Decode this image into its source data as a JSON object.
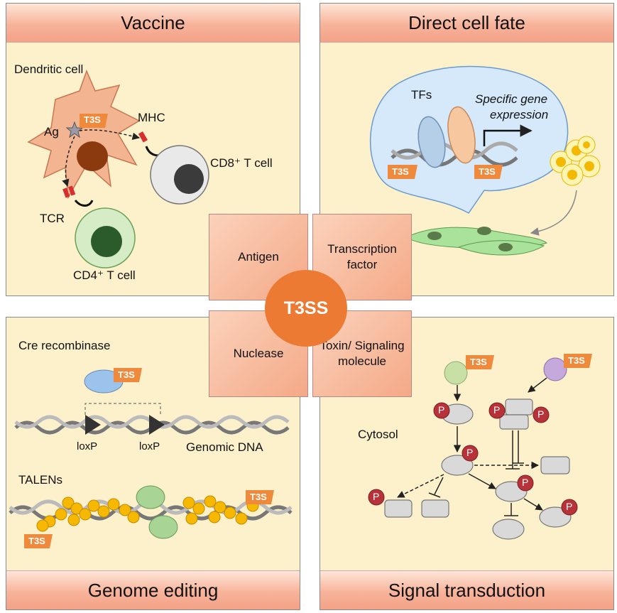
{
  "panels": {
    "top_left_title": "Vaccine",
    "top_right_title": "Direct cell fate",
    "bottom_left_title": "Genome editing",
    "bottom_right_title": "Signal transduction"
  },
  "center": {
    "hub": "T3SS",
    "tile_antigen": "Antigen",
    "tile_tf": "Transcription factor",
    "tile_nuclease": "Nuclease",
    "tile_toxin": "Toxin/ Signaling molecule"
  },
  "vaccine": {
    "dendritic": "Dendritic cell",
    "ag": "Ag",
    "mhc": "MHC",
    "cd8": "CD8⁺ T cell",
    "tcr": "TCR",
    "cd4": "CD4⁺ T cell",
    "tag": "T3S"
  },
  "cellfate": {
    "tfs": "TFs",
    "expr1": "Specific gene",
    "expr2": "expression",
    "tag": "T3S"
  },
  "genome": {
    "cre": "Cre recombinase",
    "loxp": "loxP",
    "genomic": "Genomic DNA",
    "talens": "TALENs",
    "tag": "T3S"
  },
  "signal": {
    "cytosol": "Cytosol",
    "p": "P",
    "tag": "T3S"
  },
  "colors": {
    "panel_bg": "#fdf1cc",
    "banner": "#f3a286",
    "hub": "#ec7a32",
    "t3s_tag": "#ef8a3c",
    "phospho": "#b8323a"
  }
}
